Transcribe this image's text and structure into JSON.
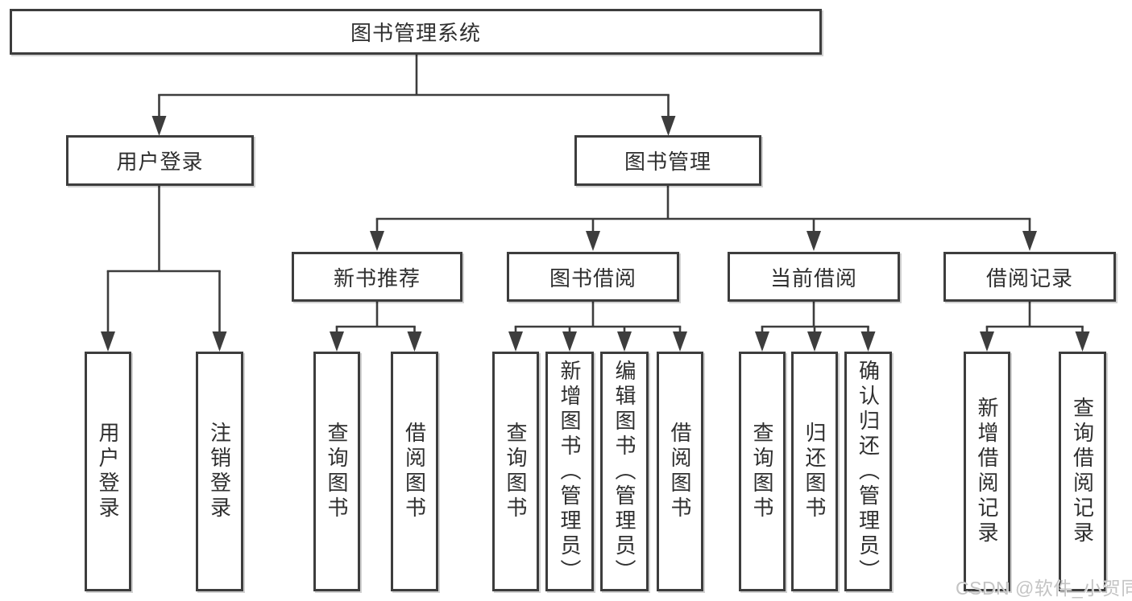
{
  "diagram": {
    "title": "图书管理系统"
  },
  "colors": {
    "line": "#3d3d3d",
    "text": "#2f2f2f",
    "background": "#ffffff",
    "watermark_color": "#c4c4c4"
  },
  "nodes": {
    "root": "图书管理系统",
    "user_login": "用户登录",
    "book_management": "图书管理",
    "new_book_recommend": "新书推荐",
    "book_borrowing": "图书借阅",
    "current_borrowing": "当前借阅",
    "borrow_records": "借阅记录",
    "leaf_user_login": "用户登录",
    "leaf_logout": "注销登录",
    "leaf_query_book_1": "查询图书",
    "leaf_borrow_book_1": "借阅图书",
    "leaf_query_book_2": "查询图书",
    "leaf_add_book_admin": "新增图书（管理员）",
    "leaf_edit_book_admin": "编辑图书（管理员）",
    "leaf_borrow_book_2": "借阅图书",
    "leaf_query_book_3": "查询图书",
    "leaf_return_book": "归还图书",
    "leaf_confirm_return_admin": "确认归还（管理员）",
    "leaf_add_borrow_record": "新增借阅记录",
    "leaf_query_borrow_record": "查询借阅记录"
  },
  "hierarchy": {
    "图书管理系统": {
      "用户登录": [
        "用户登录",
        "注销登录"
      ],
      "图书管理": {
        "新书推荐": [
          "查询图书",
          "借阅图书"
        ],
        "图书借阅": [
          "查询图书",
          "新增图书（管理员）",
          "编辑图书（管理员）",
          "借阅图书"
        ],
        "当前借阅": [
          "查询图书",
          "归还图书",
          "确认归还（管理员）"
        ],
        "借阅记录": [
          "新增借阅记录",
          "查询借阅记录"
        ]
      }
    }
  },
  "watermark": {
    "text": "CSDN @软件_小贺同学"
  }
}
